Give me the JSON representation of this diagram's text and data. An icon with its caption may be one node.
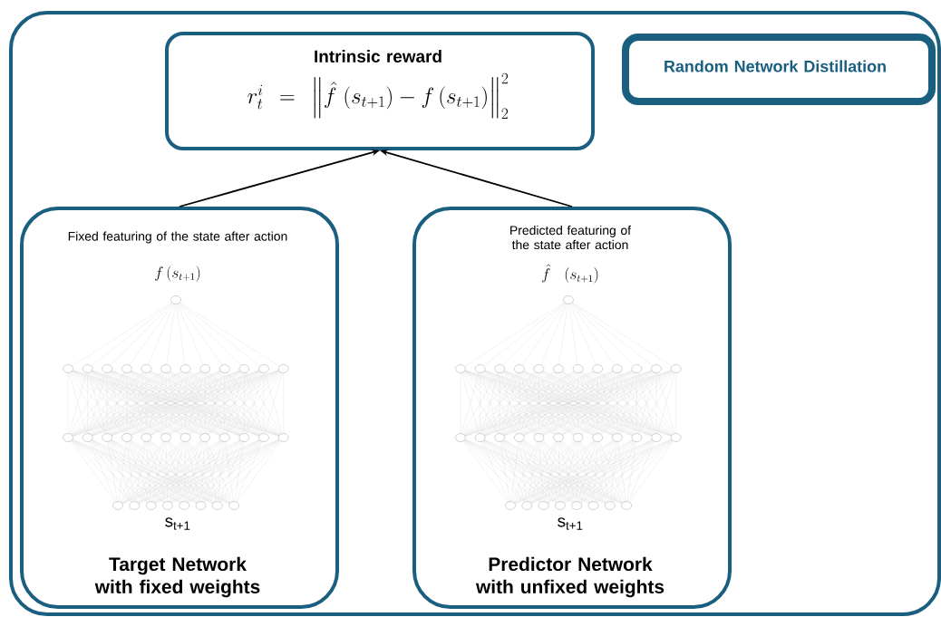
{
  "diagram": {
    "nodes": [
      {
        "text": [],
        "shape": "box"
      },
      {
        "text": [
          "Intrinsic reward",
          "r_t^i = \\left\\| \\hat{f}\\;(s_{t+1}) - f\\,(s_{t+1}) \\right\\|_2^2"
        ],
        "in": 0
      },
      {
        "text": [
          "Random Network Distillation"
        ],
        "in": 0
      },
      {
        "text": [
          "Fixed featuring of the state after action",
          "f\\,(s_{t+1})",
          "s$_{t+1}$",
          "Target Network with fixed weights"
        ],
        "in": 0
      },
      {
        "text": [
          "Predicted featuring of the state after action",
          "\\hat{f}\\;(s_{t+1})",
          "s$_{t+1}$",
          "Predictor Network with unfixed weights"
        ],
        "in": 0
      }
    ],
    "edges": [
      {
        "from": 3,
        "to": 1,
        "arrow": "to"
      },
      {
        "from": 4,
        "to": 1,
        "arrow": "to"
      }
    ]
  }
}
